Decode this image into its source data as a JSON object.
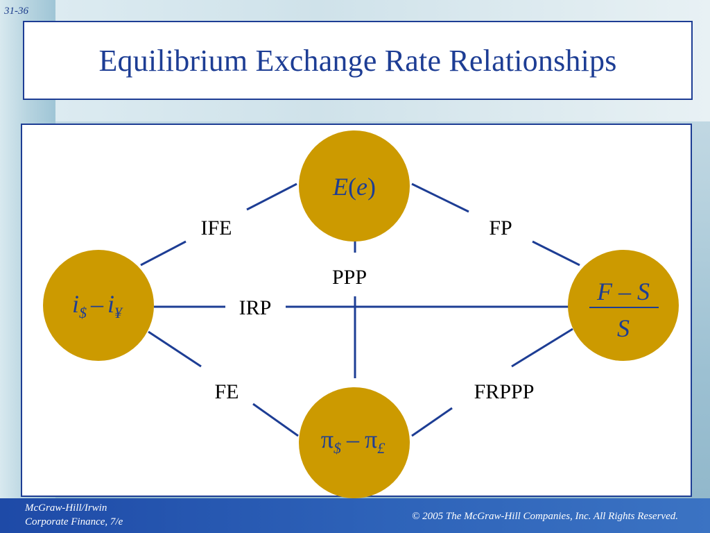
{
  "slide_number": "31-36",
  "title": "Equilibrium Exchange Rate Relationships",
  "nodes": {
    "top": {
      "main": "E",
      "paren_open": "(",
      "var": "e",
      "paren_close": ")"
    },
    "left": {
      "a": "i",
      "a_sub": "$",
      "minus": "–",
      "b": "i",
      "b_sub": "¥"
    },
    "right": {
      "numerator": "F – S",
      "denominator": "S"
    },
    "bottom": {
      "a": "π",
      "a_sub": "$",
      "minus": "–",
      "b": "π",
      "b_sub": "£"
    }
  },
  "edge_labels": {
    "ife": "IFE",
    "fp": "FP",
    "ppp": "PPP",
    "irp": "IRP",
    "fe": "FE",
    "frppp": "FRPPP"
  },
  "colors": {
    "node_fill": "#cc9a00",
    "line": "#1d3d94",
    "frame": "#1d3d94",
    "footer": "#2a5bb3"
  },
  "footer": {
    "publisher": "McGraw-Hill/Irwin",
    "book": "Corporate Finance, 7/e",
    "copyright": "© 2005  The McGraw-Hill Companies, Inc.  All Rights Reserved."
  }
}
